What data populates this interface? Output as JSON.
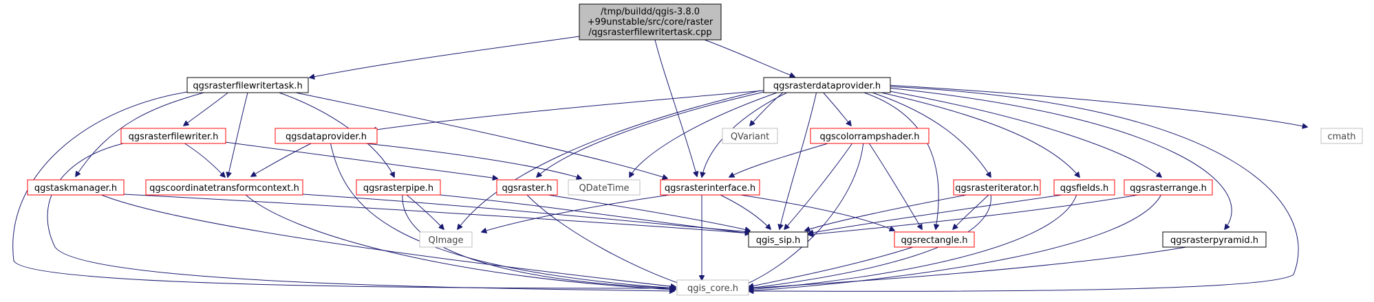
{
  "diagram": {
    "type": "include-dependency-graph",
    "root": {
      "lines": [
        "/tmp/buildd/qgis-3.8.0",
        "+99unstable/src/core/raster",
        "/qgsrasterfilewritertask.cpp"
      ]
    },
    "nodes": {
      "qgsrasterfilewritertask_h": "qgsrasterfilewritertask.h",
      "qgsrasterdataprovider_h": "qgsrasterdataprovider.h",
      "qgsrasterfilewriter_h": "qgsrasterfilewriter.h",
      "qgsdataprovider_h": "qgsdataprovider.h",
      "qvariant": "QVariant",
      "qgscolorrampshader_h": "qgscolorrampshader.h",
      "cmath": "cmath",
      "qgstaskmanager_h": "qgstaskmanager.h",
      "qgscoordinatetransformcontext_h": "qgscoordinatetransformcontext.h",
      "qgsrasterpipe_h": "qgsrasterpipe.h",
      "qgsraster_h": "qgsraster.h",
      "qdatetime": "QDateTime",
      "qgsrasterinterface_h": "qgsrasterinterface.h",
      "qgsrasteriterator_h": "qgsrasteriterator.h",
      "qgsfields_h": "qgsfields.h",
      "qgsrasterrange_h": "qgsrasterrange.h",
      "qimage": "QImage",
      "qgis_sip_h": "qgis_sip.h",
      "qgsrectangle_h": "qgsrectangle.h",
      "qgsrasterpyramid_h": "qgsrasterpyramid.h",
      "qgis_core_h": "qgis_core.h"
    }
  }
}
